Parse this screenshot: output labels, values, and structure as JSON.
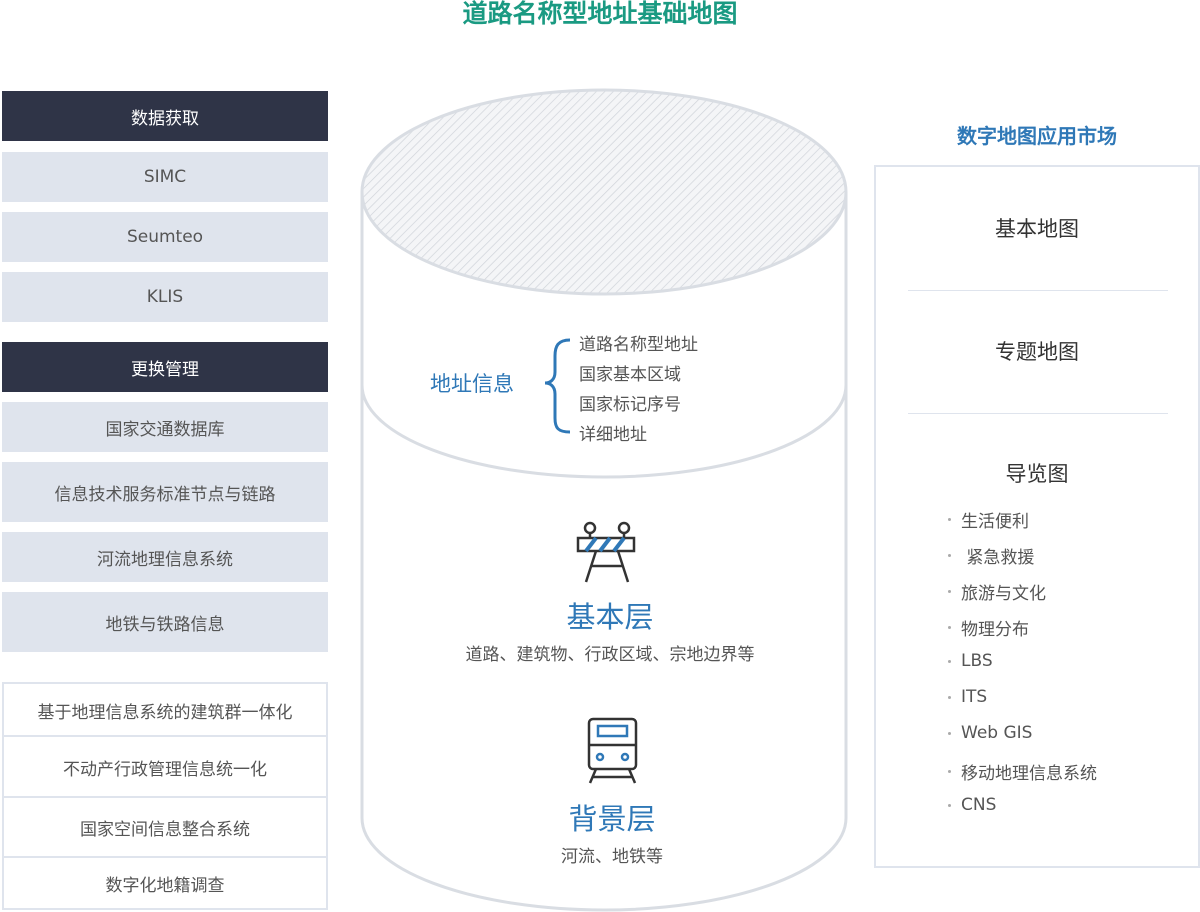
{
  "title": "道路名称型地址基础地图",
  "left": {
    "group1_header": "数据获取",
    "group1_items": [
      "SIMC",
      "Seumteo",
      "KLIS"
    ],
    "group2_header": "更换管理",
    "group2_items": [
      "国家交通数据库",
      "信息技术服务标准节点与链路",
      "河流地理信息系统",
      "地铁与铁路信息"
    ],
    "group3_items": [
      "基于地理信息系统的建筑群一体化",
      "不动产行政管理信息统一化",
      "国家空间信息整合系统",
      "数字化地籍调查"
    ]
  },
  "center": {
    "address": {
      "label": "地址信息",
      "items": [
        "道路名称型地址",
        "国家基本区域",
        "国家标记序号",
        "详细地址"
      ]
    },
    "base_layer": {
      "icon": "road-barrier-icon",
      "title": "基本层",
      "subtitle": "道路、建筑物、行政区域、宗地边界等"
    },
    "background_layer": {
      "icon": "train-icon",
      "title": "背景层",
      "subtitle": "河流、地铁等"
    }
  },
  "right": {
    "heading": "数字地图应用市场",
    "sections": [
      "基本地图",
      "专题地图",
      "导览图"
    ],
    "guide_items": [
      "生活便利",
      " 紧急救援",
      "旅游与文化",
      "物理分布",
      "LBS",
      "ITS",
      "Web GIS",
      "移动地理信息系统",
      "CNS"
    ]
  },
  "colors": {
    "title": "#1a9a82",
    "accent": "#2f78b7",
    "dark_header": "#2f3447",
    "light_box": "#dfe4ed",
    "cylinder_stroke": "#d9dde3"
  }
}
